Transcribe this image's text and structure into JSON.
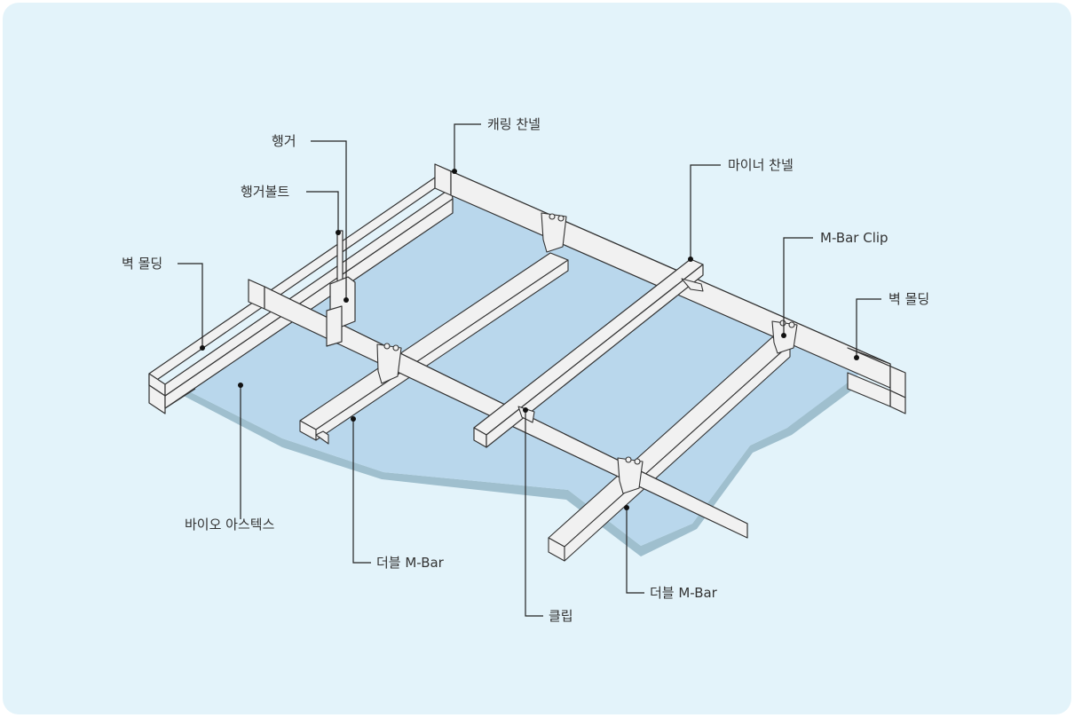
{
  "labels": {
    "hanger": "행거",
    "hanger_bolt": "행거볼트",
    "wall_molding_left": "벽 몰딩",
    "carrying_channel": "캐링 찬넬",
    "minor_channel": "마이너 찬넬",
    "mbar_clip": "M-Bar Clip",
    "wall_molding_right": "벽 몰딩",
    "bio_astex": "바이오 아스텍스",
    "double_mbar_left": "더블 M-Bar",
    "clip": "클립",
    "double_mbar_right": "더블 M-Bar"
  },
  "colors": {
    "panel_bg": "#e3f3fa",
    "ceiling_board": "#b9d7ec",
    "board_shadow": "#9fbfce",
    "metal": "#f1f1f1",
    "outline": "#333333"
  }
}
